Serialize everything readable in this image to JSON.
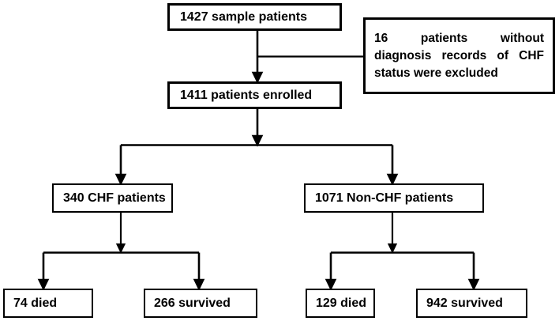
{
  "diagram": {
    "title": "CHF patient enrollment flow diagram",
    "line_color": "#000000",
    "box_border_color": "#000000",
    "box_fill_color": "#ffffff",
    "text_color": "#000000",
    "nodes": {
      "sample": {
        "label": "1427 sample patients",
        "count": 1427
      },
      "excluded": {
        "label": "16 patients without diagnosis records of CHF status were excluded",
        "count": 16
      },
      "enrolled": {
        "label": "1411 patients enrolled",
        "count": 1411
      },
      "chf": {
        "label": "340 CHF patients",
        "count": 340
      },
      "nonchf": {
        "label": "1071 Non-CHF patients",
        "count": 1071
      },
      "chf_died": {
        "label": "74 died",
        "count": 74
      },
      "chf_survived": {
        "label": "266 survived",
        "count": 266
      },
      "nonchf_died": {
        "label": "129 died",
        "count": 129
      },
      "nonchf_survived": {
        "label": "942 survived",
        "count": 942
      }
    }
  }
}
